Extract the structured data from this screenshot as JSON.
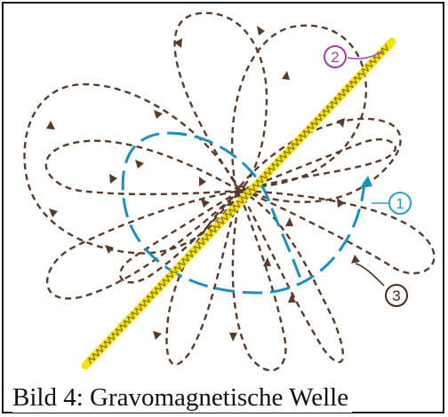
{
  "caption": "Bild 4: Gravomagnetische Welle",
  "markers": {
    "m1": {
      "label": "1",
      "color": "#2aa0c8"
    },
    "m2": {
      "label": "2",
      "color": "#a040a8"
    },
    "m3": {
      "label": "3",
      "color": "#4a2a1a"
    }
  },
  "colors": {
    "brown_field": "#5a3a28",
    "blue_field": "#1a8fc0",
    "beam_yellow": "#f2e600",
    "beam_wave": "#8a6a2a"
  }
}
